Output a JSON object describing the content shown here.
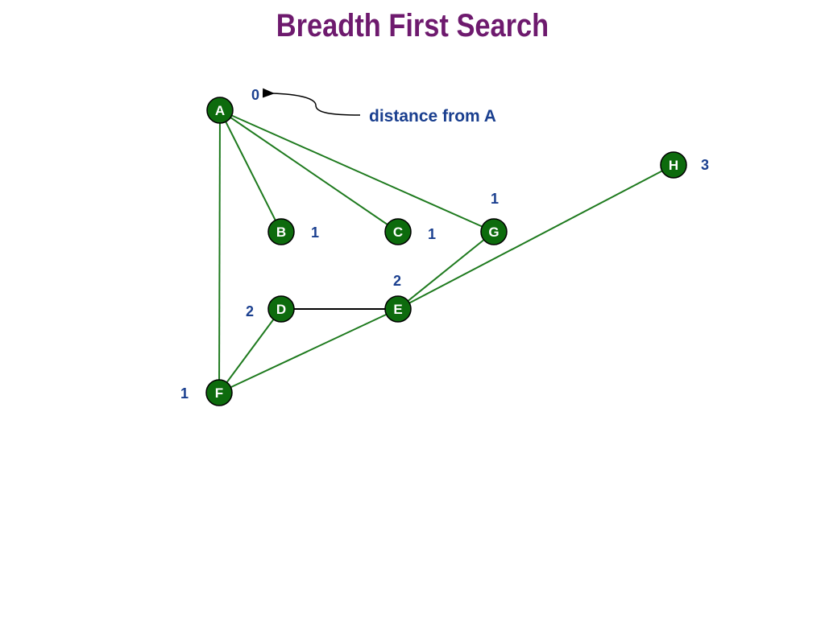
{
  "title": "Breadth First Search",
  "annotation": "distance from A",
  "colors": {
    "title": "#6e1a6e",
    "node_fill": "#0d6b0d",
    "edge": "#1e7a1e",
    "distance_text": "#1a3f8f"
  },
  "nodes": [
    {
      "id": "A",
      "distance": "0"
    },
    {
      "id": "B",
      "distance": "1"
    },
    {
      "id": "C",
      "distance": "1"
    },
    {
      "id": "G",
      "distance": "1"
    },
    {
      "id": "D",
      "distance": "2"
    },
    {
      "id": "E",
      "distance": "2"
    },
    {
      "id": "F",
      "distance": "1"
    },
    {
      "id": "H",
      "distance": "3"
    }
  ],
  "edges": [
    [
      "A",
      "B"
    ],
    [
      "A",
      "C"
    ],
    [
      "A",
      "G"
    ],
    [
      "A",
      "F"
    ],
    [
      "G",
      "E"
    ],
    [
      "D",
      "E"
    ],
    [
      "D",
      "F"
    ],
    [
      "F",
      "E"
    ],
    [
      "E",
      "H"
    ]
  ]
}
